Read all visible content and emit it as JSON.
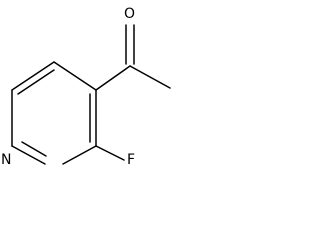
{
  "molecule": {
    "atoms": {
      "oxygen": "O",
      "nitrogen": "N",
      "fluorine": "F"
    },
    "colors": {
      "bond": "#000000",
      "label": "#000000",
      "background": "#ffffff"
    }
  }
}
